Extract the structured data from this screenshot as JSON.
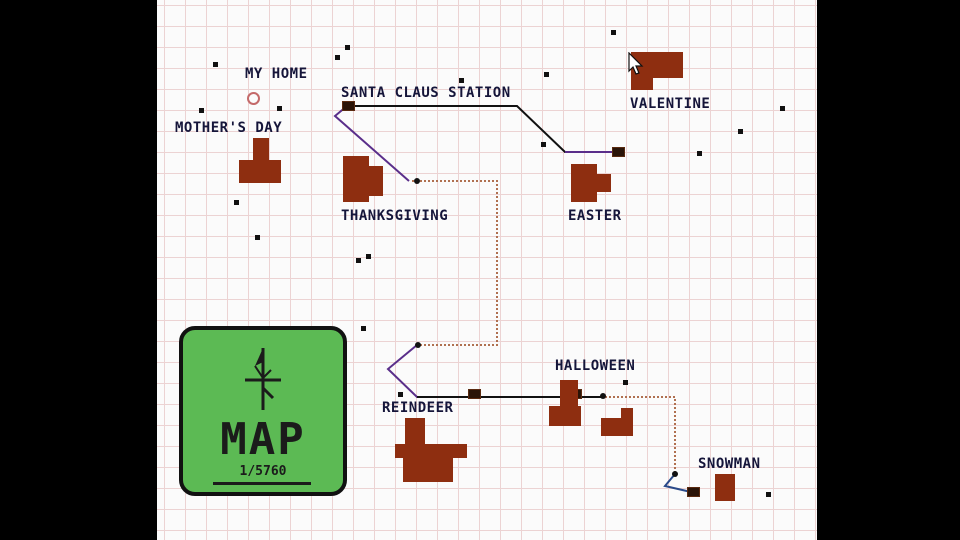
{
  "map": {
    "title": "MAP",
    "scale": "1/5760",
    "icon": "north-arrow-icon"
  },
  "places": {
    "my_home": "MY HOME",
    "mothers_day": "MOTHER'S DAY",
    "santa_claus_station": "SANTA CLAUS STATION",
    "valentine": "VALENTINE",
    "thanksgiving": "THANKSGIVING",
    "easter": "EASTER",
    "halloween": "HALLOWEEN",
    "reindeer": "REINDEER",
    "snowman": "SNOWMAN"
  },
  "colors": {
    "paper": "#fbfbfb",
    "grid": "#ecd3d3",
    "town": "#8e2e10",
    "label": "#15153a",
    "rail": "#111111",
    "rail_purple": "#5a2e8a",
    "dotted_route": "#b07050",
    "map_card": "#5cba54"
  }
}
